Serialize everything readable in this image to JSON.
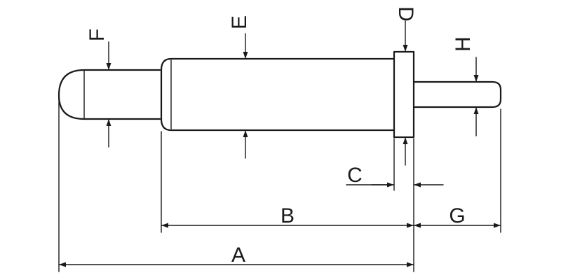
{
  "labels": {
    "A": "A",
    "B": "B",
    "C": "C",
    "D": "D",
    "E": "E",
    "F": "F",
    "G": "G",
    "H": "H"
  },
  "colors": {
    "stroke": "#1a1a1a",
    "background": "#ffffff"
  }
}
